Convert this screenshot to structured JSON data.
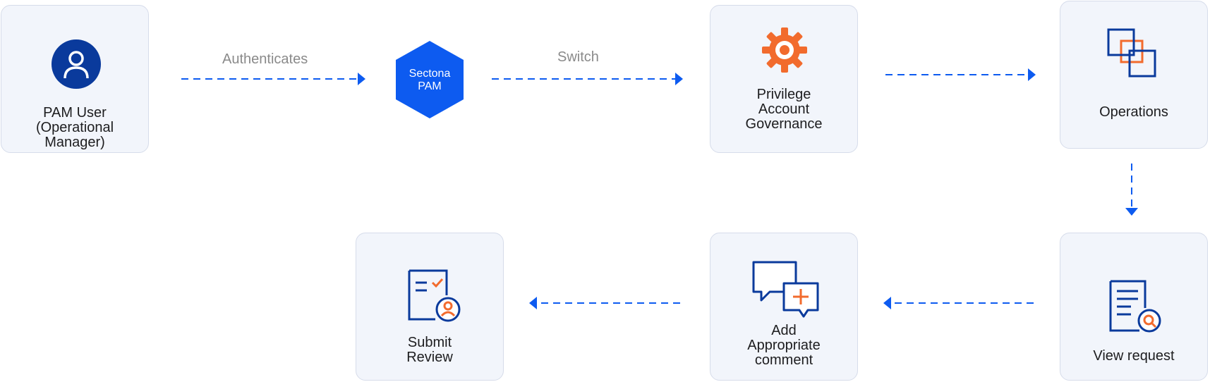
{
  "nodes": {
    "pam_user": {
      "label_lines": [
        "PAM User",
        "(Operational",
        "Manager)"
      ],
      "icon": "user-icon"
    },
    "sectona_pam": {
      "label_lines": [
        "Sectona",
        "PAM"
      ],
      "shape": "hexagon"
    },
    "privilege_account_governance": {
      "label_lines": [
        "Privilege",
        "Account",
        "Governance"
      ],
      "icon": "gear-icon"
    },
    "operations": {
      "label": "Operations",
      "icon": "overlapping-squares-icon"
    },
    "view_request": {
      "label": "View request",
      "icon": "document-search-icon"
    },
    "add_appropriate_comment": {
      "label_lines": [
        "Add",
        "Appropriate",
        "comment"
      ],
      "icon": "chat-add-icon"
    },
    "submit_review": {
      "label_lines": [
        "Submit",
        "Review"
      ],
      "icon": "document-review-icon"
    }
  },
  "edges": [
    {
      "from": "pam_user",
      "to": "sectona_pam",
      "label": "Authenticates"
    },
    {
      "from": "sectona_pam",
      "to": "privilege_account_governance",
      "label": "Switch"
    },
    {
      "from": "privilege_account_governance",
      "to": "operations",
      "label": ""
    },
    {
      "from": "operations",
      "to": "view_request",
      "label": ""
    },
    {
      "from": "view_request",
      "to": "add_appropriate_comment",
      "label": ""
    },
    {
      "from": "add_appropriate_comment",
      "to": "submit_review",
      "label": ""
    }
  ],
  "colors": {
    "primary": "#0d5bf0",
    "navy": "#0a3a9c",
    "accent": "#f26b2d",
    "card_bg": "#f2f5fb",
    "card_border": "#d6dcea",
    "edge_label": "#8a8a8a"
  }
}
